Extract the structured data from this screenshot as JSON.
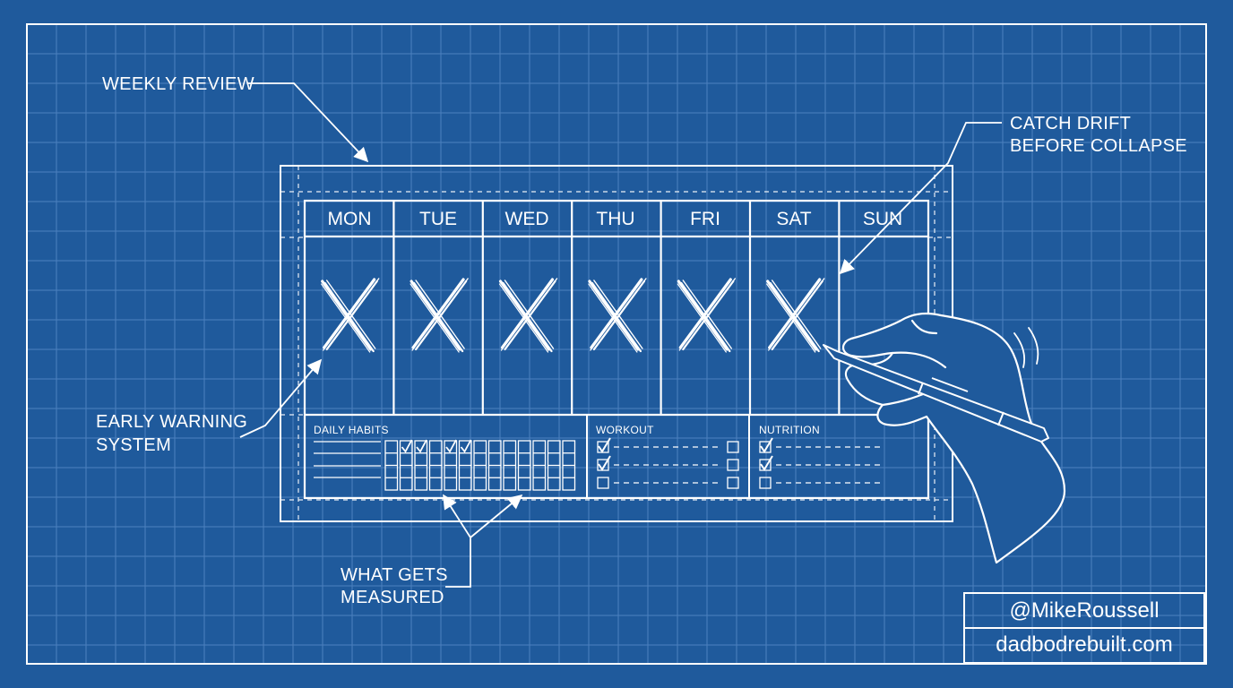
{
  "colors": {
    "background": "#1f5a9c",
    "line": "#ffffff",
    "grid": "#5b8fcb"
  },
  "annotations": {
    "weekly_review": "WEEKLY REVIEW",
    "catch_drift_line1": "CATCH DRIFT",
    "catch_drift_line2": "BEFORE COLLAPSE",
    "early_warning_line1": "EARLY WARNING",
    "early_warning_line2": "SYSTEM",
    "measured_line1": "WHAT GETS",
    "measured_line2": "MEASURED"
  },
  "calendar": {
    "days": [
      {
        "label": "MON",
        "crossed": true
      },
      {
        "label": "TUE",
        "crossed": true
      },
      {
        "label": "WED",
        "crossed": true
      },
      {
        "label": "THU",
        "crossed": true
      },
      {
        "label": "FRI",
        "crossed": true
      },
      {
        "label": "SAT",
        "crossed": true
      },
      {
        "label": "SUN",
        "crossed": false
      }
    ],
    "sections": {
      "daily_habits": "DAILY HABITS",
      "workout": "WORKOUT",
      "nutrition": "NUTRITION"
    },
    "habit_checks": [
      false,
      true,
      true,
      false,
      true,
      true,
      false,
      false,
      false,
      false,
      false,
      false,
      false
    ],
    "workout_checks": [
      true,
      true,
      false
    ],
    "nutrition_checks": [
      true,
      true,
      false
    ]
  },
  "credits": {
    "handle": "@MikeRoussell",
    "website": "dadbodrebuilt.com"
  },
  "icons": [
    "pen-icon",
    "hand-icon"
  ]
}
